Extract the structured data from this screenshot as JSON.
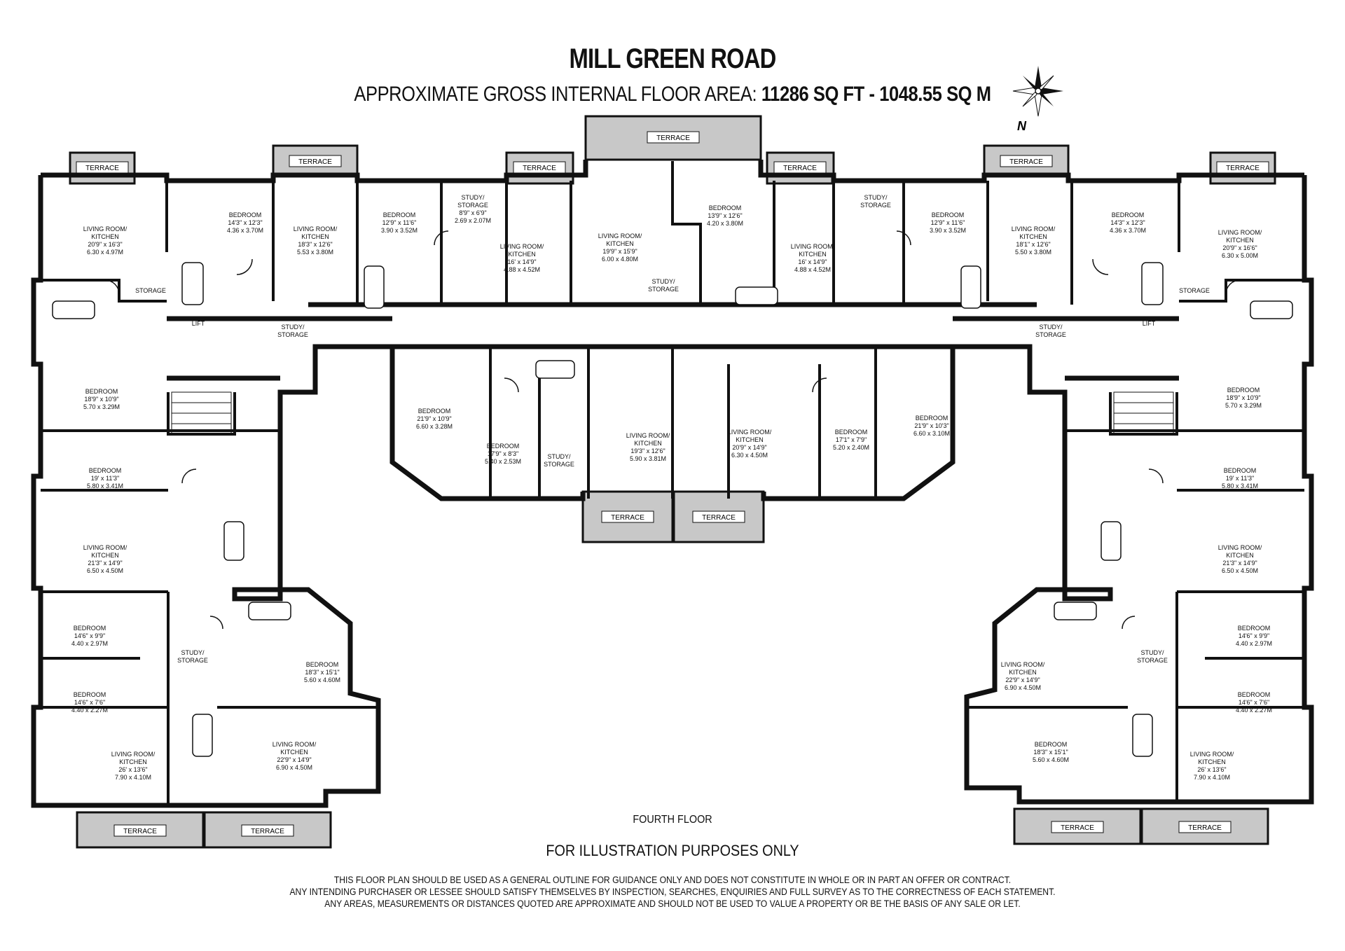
{
  "header": {
    "title": "MILL GREEN ROAD",
    "subtitle_prefix": "APPROXIMATE GROSS INTERNAL FLOOR AREA:",
    "subtitle_area": "11286 SQ FT  -  1048.55 SQ M"
  },
  "compass": {
    "label": "N"
  },
  "terraces": {
    "label": "TERRACE"
  },
  "rooms": [
    {
      "name": "LIVING ROOM/\nKITCHEN",
      "imp": "20'9\" x 16'3\"",
      "met": "6.30 x 4.97M"
    },
    {
      "name": "BEDROOM",
      "imp": "14'3\" x 12'3\"",
      "met": "4.36 x 3.70M"
    },
    {
      "name": "LIVING ROOM/\nKITCHEN",
      "imp": "18'3\" x 12'6\"",
      "met": "5.53 x 3.80M"
    },
    {
      "name": "BEDROOM",
      "imp": "12'9\" x 11'6\"",
      "met": "3.90 x 3.52M"
    },
    {
      "name": "STUDY/\nSTORAGE",
      "imp": "8'9\" x 6'9\"",
      "met": "2.69 x 2.07M"
    },
    {
      "name": "LIVING ROOM/\nKITCHEN",
      "imp": "16' x 14'9\"",
      "met": "4.88 x 4.52M"
    },
    {
      "name": "LIVING ROOM/\nKITCHEN",
      "imp": "19'9\" x 15'9\"",
      "met": "6.00 x 4.80M"
    },
    {
      "name": "BEDROOM",
      "imp": "13'9\" x 12'6\"",
      "met": "4.20 x 3.80M"
    },
    {
      "name": "STUDY/\nSTORAGE",
      "imp": "",
      "met": ""
    },
    {
      "name": "LIVING ROOM/\nKITCHEN",
      "imp": "16' x 14'9\"",
      "met": "4.88 x 4.52M"
    },
    {
      "name": "STUDY/\nSTORAGE",
      "imp": "",
      "met": ""
    },
    {
      "name": "BEDROOM",
      "imp": "12'9\" x 11'6\"",
      "met": "3.90 x 3.52M"
    },
    {
      "name": "LIVING ROOM/\nKITCHEN",
      "imp": "18'1\" x 12'6\"",
      "met": "5.50 x 3.80M"
    },
    {
      "name": "BEDROOM",
      "imp": "14'3\" x 12'3\"",
      "met": "4.36 x 3.70M"
    },
    {
      "name": "LIVING ROOM/\nKITCHEN",
      "imp": "20'9\" x 16'6\"",
      "met": "6.30 x 5.00M"
    },
    {
      "name": "STORAGE",
      "imp": "",
      "met": ""
    },
    {
      "name": "LIFT",
      "imp": "",
      "met": ""
    },
    {
      "name": "STUDY/\nSTORAGE",
      "imp": "",
      "met": ""
    },
    {
      "name": "STUDY/\nSTORAGE",
      "imp": "",
      "met": ""
    },
    {
      "name": "LIFT",
      "imp": "",
      "met": ""
    },
    {
      "name": "STORAGE",
      "imp": "",
      "met": ""
    },
    {
      "name": "BEDROOM",
      "imp": "18'9\" x 10'9\"",
      "met": "5.70 x 3.29M"
    },
    {
      "name": "BEDROOM",
      "imp": "21'9\" x 10'9\"",
      "met": "6.60 x 3.28M"
    },
    {
      "name": "BEDROOM",
      "imp": "17'9\" x 8'3\"",
      "met": "5.40 x 2.53M"
    },
    {
      "name": "STUDY/\nSTORAGE",
      "imp": "",
      "met": ""
    },
    {
      "name": "LIVING ROOM/\nKITCHEN",
      "imp": "19'3\" x 12'6\"",
      "met": "5.90 x 3.81M"
    },
    {
      "name": "LIVING ROOM/\nKITCHEN",
      "imp": "20'9\" x 14'9\"",
      "met": "6.30 x 4.50M"
    },
    {
      "name": "BEDROOM",
      "imp": "17'1\" x 7'9\"",
      "met": "5.20 x 2.40M"
    },
    {
      "name": "BEDROOM",
      "imp": "21'9\" x 10'3\"",
      "met": "6.60 x 3.10M"
    },
    {
      "name": "BEDROOM",
      "imp": "18'9\" x 10'9\"",
      "met": "5.70 x 3.29M"
    },
    {
      "name": "BEDROOM",
      "imp": "19' x 11'3\"",
      "met": "5.80 x 3.41M"
    },
    {
      "name": "BEDROOM",
      "imp": "19' x 11'3\"",
      "met": "5.80 x 3.41M"
    },
    {
      "name": "LIVING ROOM/\nKITCHEN",
      "imp": "21'3\" x 14'9\"",
      "met": "6.50 x 4.50M"
    },
    {
      "name": "LIVING ROOM/\nKITCHEN",
      "imp": "21'3\" x 14'9\"",
      "met": "6.50 x 4.50M"
    },
    {
      "name": "BEDROOM",
      "imp": "14'6\" x 9'9\"",
      "met": "4.40 x 2.97M"
    },
    {
      "name": "STUDY/\nSTORAGE",
      "imp": "",
      "met": ""
    },
    {
      "name": "BEDROOM",
      "imp": "18'3\" x 15'1\"",
      "met": "5.60 x 4.60M"
    },
    {
      "name": "BEDROOM",
      "imp": "14'6\" x 7'6\"",
      "met": "4.40 x 2.27M"
    },
    {
      "name": "LIVING ROOM/\nKITCHEN",
      "imp": "26' x 13'6\"",
      "met": "7.90 x 4.10M"
    },
    {
      "name": "LIVING ROOM/\nKITCHEN",
      "imp": "22'9\" x 14'9\"",
      "met": "6.90 x 4.50M"
    },
    {
      "name": "BEDROOM",
      "imp": "18'3\" x 15'1\"",
      "met": "5.60 x 4.60M"
    },
    {
      "name": "STUDY/\nSTORAGE",
      "imp": "",
      "met": ""
    },
    {
      "name": "BEDROOM",
      "imp": "14'6\" x 9'9\"",
      "met": "4.40 x 2.97M"
    },
    {
      "name": "BEDROOM",
      "imp": "14'6\" x 7'6\"",
      "met": "4.40 x 2.27M"
    },
    {
      "name": "LIVING ROOM/\nKITCHEN",
      "imp": "22'9\" x 14'9\"",
      "met": "6.90 x 4.50M"
    },
    {
      "name": "LIVING ROOM/\nKITCHEN",
      "imp": "26' x 13'6\"",
      "met": "7.90 x 4.10M"
    }
  ],
  "floor_label": "FOURTH FLOOR",
  "illustration_note": "FOR ILLUSTRATION PURPOSES ONLY",
  "disclaimer": [
    "THIS FLOOR PLAN SHOULD BE USED AS A GENERAL OUTLINE FOR GUIDANCE ONLY AND DOES NOT CONSTITUTE IN WHOLE OR IN PART AN OFFER OR CONTRACT.",
    "ANY INTENDING PURCHASER OR LESSEE SHOULD SATISFY THEMSELVES BY INSPECTION, SEARCHES, ENQUIRIES AND FULL SURVEY AS TO THE CORRECTNESS OF EACH STATEMENT.",
    "ANY AREAS, MEASUREMENTS OR DISTANCES QUOTED ARE APPROXIMATE AND SHOULD NOT BE USED TO VALUE A PROPERTY OR BE THE BASIS OF ANY SALE OR LET."
  ],
  "colors": {
    "wall": "#111111",
    "terrace_fill": "#c8c8c8",
    "background": "#ffffff"
  }
}
